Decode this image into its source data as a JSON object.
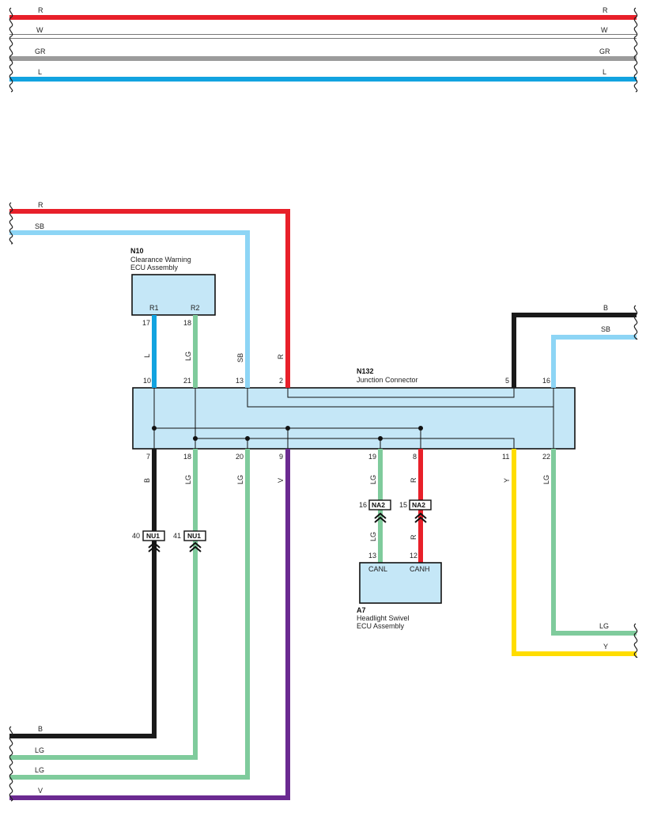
{
  "colors": {
    "R": "#e8202a",
    "W": "#ffffff",
    "GR": "#9b9b9b",
    "L": "#12a3e0",
    "SB": "#8dd5f5",
    "LG": "#7fcb9c",
    "B": "#1a1a1a",
    "V": "#6b2a91",
    "Y": "#ffdd00",
    "box": "#c5e7f7"
  },
  "top_wires": [
    {
      "color": "R",
      "left_label": "R",
      "right_label": "R"
    },
    {
      "color": "W",
      "left_label": "W",
      "right_label": "W"
    },
    {
      "color": "GR",
      "left_label": "GR",
      "right_label": "GR"
    },
    {
      "color": "L",
      "left_label": "L",
      "right_label": "L"
    }
  ],
  "components": {
    "n10": {
      "code": "N10",
      "name1": "Clearance Warning",
      "name2": "ECU Assembly",
      "pin_r1": "R1",
      "pin_r2": "R2"
    },
    "n132": {
      "code": "N132",
      "name": "Junction Connector"
    },
    "a7": {
      "code": "A7",
      "name1": "Headlight Swivel",
      "name2": "ECU Assembly",
      "pin_canl": "CANL",
      "pin_canh": "CANH"
    }
  },
  "connectors": {
    "nu1_a": {
      "name": "NU1",
      "pin": "40"
    },
    "nu1_b": {
      "name": "NU1",
      "pin": "41"
    },
    "na2_a": {
      "name": "NA2",
      "pin": "16"
    },
    "na2_b": {
      "name": "NA2",
      "pin": "15"
    }
  },
  "left_wires_top": [
    {
      "color": "R",
      "label": "R"
    },
    {
      "color": "SB",
      "label": "SB"
    }
  ],
  "right_wires_top": [
    {
      "color": "B",
      "label": "B"
    },
    {
      "color": "SB",
      "label": "SB"
    }
  ],
  "right_wires_bottom": [
    {
      "color": "LG",
      "label": "LG"
    },
    {
      "color": "Y",
      "label": "Y"
    }
  ],
  "left_wires_bottom": [
    {
      "color": "B",
      "label": "B"
    },
    {
      "color": "LG",
      "label": "LG"
    },
    {
      "color": "LG",
      "label": "LG"
    },
    {
      "color": "V",
      "label": "V"
    }
  ],
  "n10_pins": {
    "p17": "17",
    "p18": "18"
  },
  "n132_top_pins": {
    "p10": "10",
    "p21": "21",
    "p13": "13",
    "p2": "2",
    "p5": "5",
    "p16": "16"
  },
  "n132_bottom_pins": {
    "p7": "7",
    "p18": "18",
    "p20": "20",
    "p9": "9",
    "p19": "19",
    "p8": "8",
    "p11": "11",
    "p22": "22"
  },
  "a7_pins": {
    "p13": "13",
    "p12": "12"
  },
  "wire_labels": {
    "up_l": "L",
    "up_lg": "LG",
    "up_sb": "SB",
    "up_r": "R",
    "dn_b": "B",
    "dn_lg1": "LG",
    "dn_lg2": "LG",
    "dn_v": "V",
    "dn_lg3": "LG",
    "dn_r": "R",
    "dn_y": "Y",
    "dn_lg4": "LG",
    "a7_lg": "LG",
    "a7_r": "R"
  }
}
